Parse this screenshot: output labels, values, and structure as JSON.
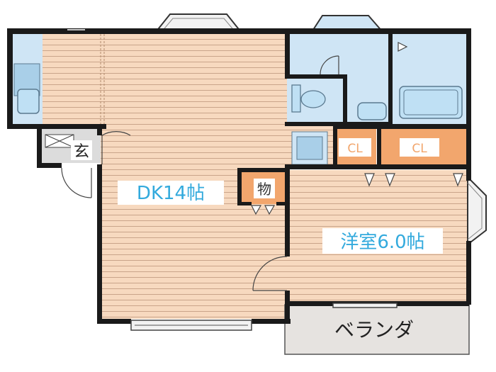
{
  "floorplan": {
    "rooms": {
      "dk": "DK14帖",
      "western_room": "洋室6.0帖",
      "balcony": "ベランダ",
      "entrance": "玄",
      "storage": "物",
      "closet_left": "CL",
      "closet_right": "CL"
    },
    "colors": {
      "wall": "#1a1a1a",
      "floor_wood": "#f7d9bf",
      "floor_line": "#c9a48a",
      "wet_area": "#cfe5f5",
      "wet_area_dark": "#a9cfe8",
      "closet": "#f2a66d",
      "label_bg": "#ffffff",
      "label_text": "#33aadd",
      "balcony": "#e6e3e0",
      "entrance": "#dcdcdc"
    }
  }
}
